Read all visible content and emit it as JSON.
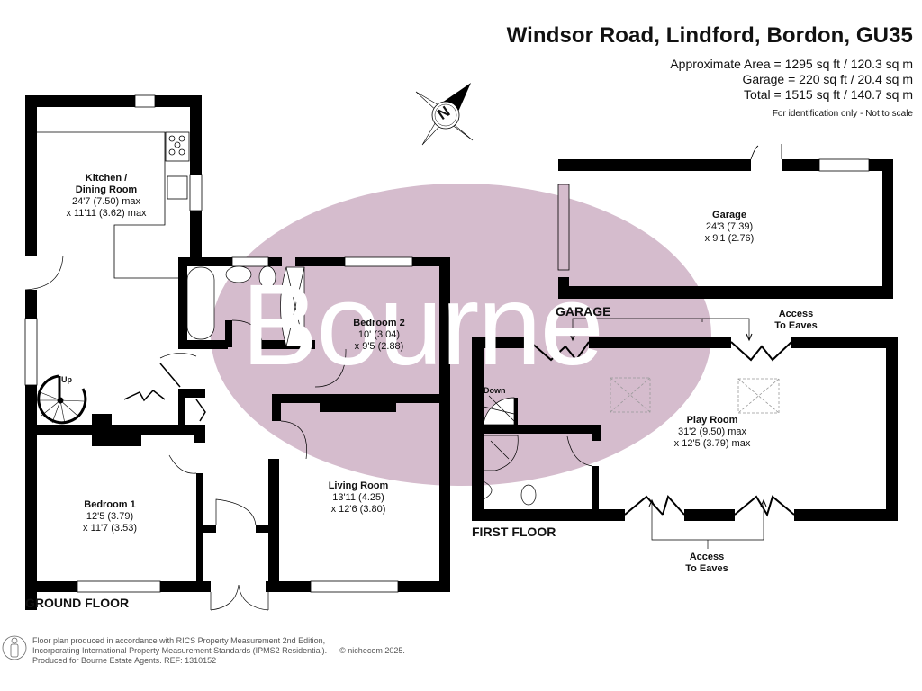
{
  "header": {
    "title": "Windsor Road, Lindford, Bordon, GU35",
    "approx_area": "Approximate Area = 1295 sq ft / 120.3 sq m",
    "garage_area": "Garage = 220 sq ft / 20.4 sq m",
    "total_area": "Total = 1515 sq ft / 140.7 sq m",
    "disclaimer": "For identification only - Not to scale"
  },
  "watermark": {
    "text": "Bourne",
    "color": "#d5bccd"
  },
  "compass": {
    "label": "N"
  },
  "ground_floor": {
    "label": "GROUND FLOOR",
    "stairs_label": "Up",
    "rooms": [
      {
        "name": "Kitchen /",
        "name2": "Dining Room",
        "dim1": "24'7 (7.50) max",
        "dim2": "x 11'11 (3.62) max"
      },
      {
        "name": "Bedroom 2",
        "dim1": "10' (3.04)",
        "dim2": "x 9'5 (2.88)"
      },
      {
        "name": "Living Room",
        "dim1": "13'11 (4.25)",
        "dim2": "x 12'6 (3.80)"
      },
      {
        "name": "Bedroom 1",
        "dim1": "12'5 (3.79)",
        "dim2": "x 11'7 (3.53)"
      }
    ]
  },
  "garage": {
    "label": "GARAGE",
    "room": {
      "name": "Garage",
      "dim1": "24'3 (7.39)",
      "dim2": "x 9'1 (2.76)"
    }
  },
  "first_floor": {
    "label": "FIRST FLOOR",
    "stairs_label": "Down",
    "room": {
      "name": "Play Room",
      "dim1": "31'2 (9.50) max",
      "dim2": "x 12'5 (3.79) max"
    },
    "eaves_top": {
      "line1": "Access",
      "line2": "To Eaves"
    },
    "eaves_bottom": {
      "line1": "Access",
      "line2": "To Eaves"
    }
  },
  "footer": {
    "line1": "Floor plan produced in accordance with RICS Property Measurement 2nd Edition,",
    "line2": "Incorporating International Property Measurement Standards (IPMS2 Residential).",
    "copyright": "© nichecom 2025.",
    "line3": "Produced for Bourne Estate Agents.   REF:  1310152"
  },
  "colors": {
    "wall": "#000000",
    "background": "#ffffff",
    "watermark": "#d5bccd",
    "footer_text": "#555555"
  }
}
